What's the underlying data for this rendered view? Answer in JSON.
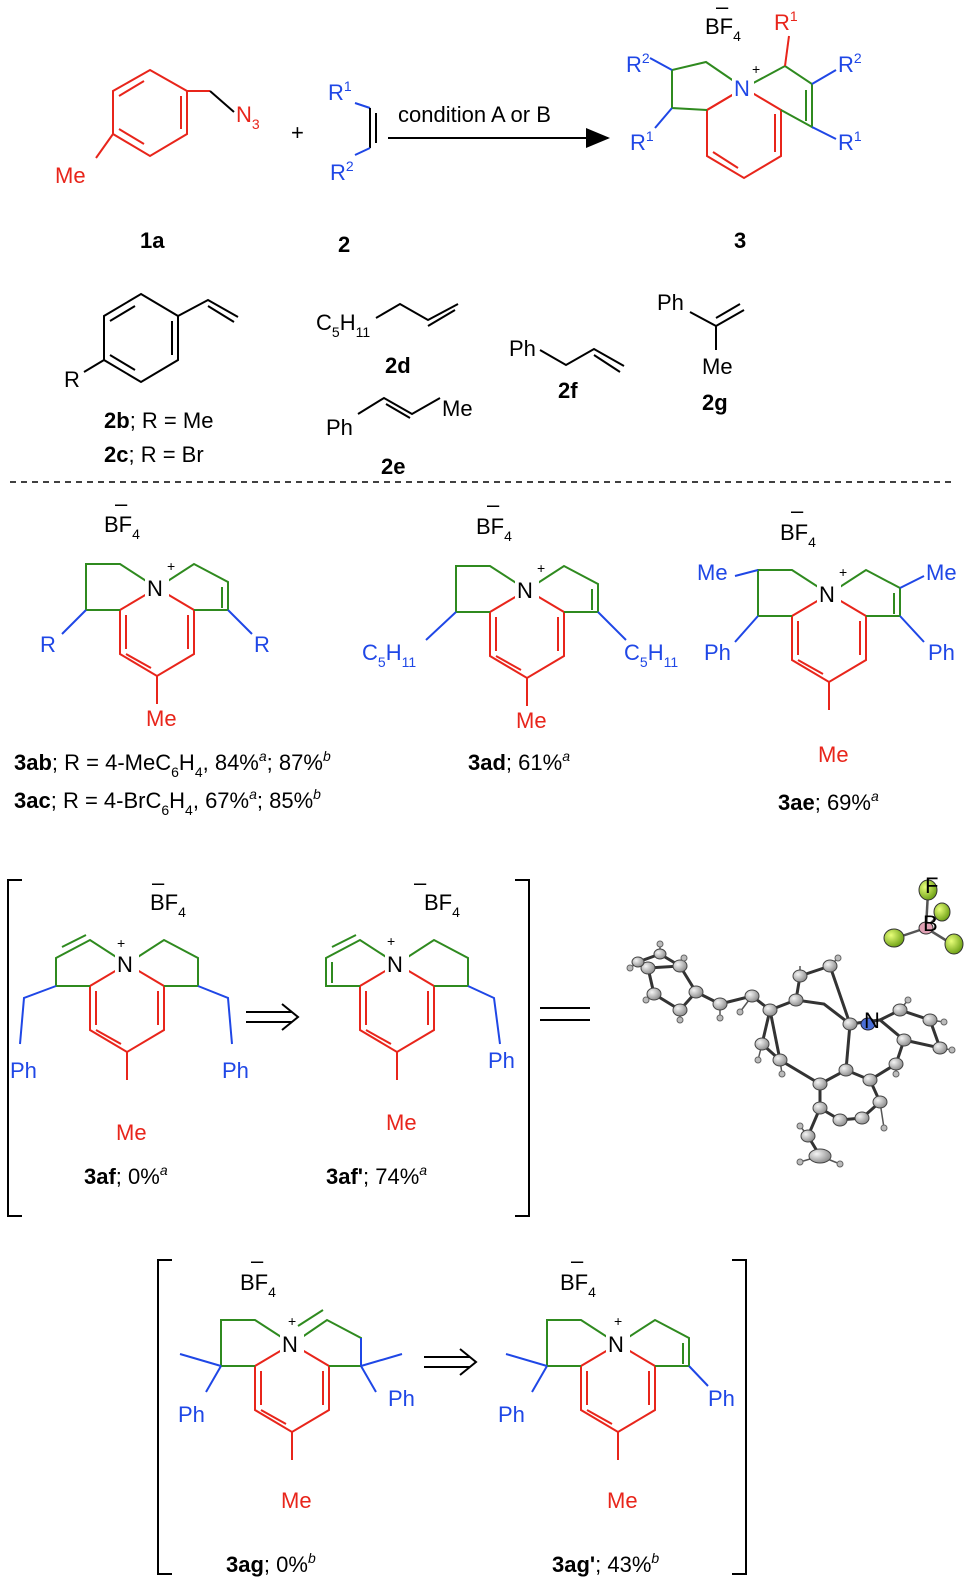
{
  "colors": {
    "red": "#e8251b",
    "blue": "#1f47e6",
    "green": "#2f8a1f",
    "black": "#000000"
  },
  "scheme": {
    "reagent_1a": {
      "label": "1a",
      "me": "Me",
      "n3": "N",
      "n3_sub": "3"
    },
    "plus": "+",
    "reagent_2": {
      "label": "2",
      "r1": "R",
      "r1_sup": "1",
      "r2": "R",
      "r2_sup": "2"
    },
    "arrow_text": "condition A or B",
    "product_3": {
      "label": "3",
      "bf4": "BF",
      "bf4_sub": "4",
      "minus": "–",
      "plus": "+",
      "n": "N",
      "r": "R",
      "sup1": "1",
      "sup2": "2"
    }
  },
  "alkenes": {
    "r": "R",
    "b_label": "2b",
    "b_text": "; R = Me",
    "c_label": "2c",
    "c_text": "; R = Br",
    "d_group": "C",
    "d_sub1": "5",
    "d_h": "H",
    "d_sub2": "11",
    "d_label": "2d",
    "e_ph": "Ph",
    "e_me": "Me",
    "e_label": "2e",
    "f_ph": "Ph",
    "f_label": "2f",
    "g_ph": "Ph",
    "g_me": "Me",
    "g_label": "2g"
  },
  "products": {
    "bf": "BF",
    "sub4": "4",
    "minus": "–",
    "plus": "+",
    "n": "N",
    "me": "Me",
    "ph": "Ph",
    "r": "R",
    "c5": "C",
    "c5_sub1": "5",
    "c5_h": "H",
    "c5_sub2": "11",
    "ab": {
      "label": "3ab",
      "text1": "; R = 4-MeC",
      "sub": "6",
      "text2": "H",
      "sub2": "4",
      "text3": ", 84%",
      "supa": "a",
      "text4": "; 87%",
      "supb": "b"
    },
    "ac": {
      "label": "3ac",
      "text1": "; R = 4-BrC",
      "sub": "6",
      "text2": "H",
      "sub2": "4",
      "text3": ", 67%",
      "supa": "a",
      "text4": "; 85%",
      "supb": "b"
    },
    "ad": {
      "label": "3ad",
      "text": "; 61%",
      "sup": "a"
    },
    "ae": {
      "label": "3ae",
      "text": "; 69%",
      "sup": "a"
    },
    "af": {
      "label": "3af",
      "text": "; 0%",
      "sup": "a"
    },
    "afp": {
      "label": "3af'",
      "text": "; 74%",
      "sup": "a"
    },
    "ag": {
      "label": "3ag",
      "text": "; 0%",
      "sup": "b"
    },
    "agp": {
      "label": "3ag'",
      "text": "; 43%",
      "sup": "b"
    }
  },
  "crystal": {
    "n": "N",
    "b": "B",
    "f": "F"
  }
}
